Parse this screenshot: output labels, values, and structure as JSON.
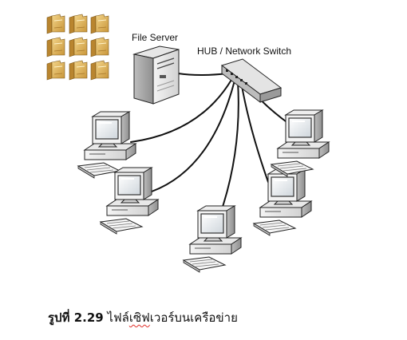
{
  "labels": {
    "file_server": "File Server",
    "hub": "HUB / Network Switch"
  },
  "caption": {
    "label": "รูปที่ 2.29",
    "text_before": "ไฟล์",
    "text_underlined": "เซิฟ",
    "text_after": "เวอร์บนเครือข่าย"
  },
  "counts": {
    "folders": 9,
    "workstations": 5
  },
  "colors": {
    "folder": "#e3b85c",
    "cable": "#111111",
    "spell_underline": "#e0302a"
  },
  "icons": {
    "folder": "folder-icon",
    "server": "server-icon",
    "hub": "network-switch-icon",
    "workstation": "workstation-icon"
  }
}
